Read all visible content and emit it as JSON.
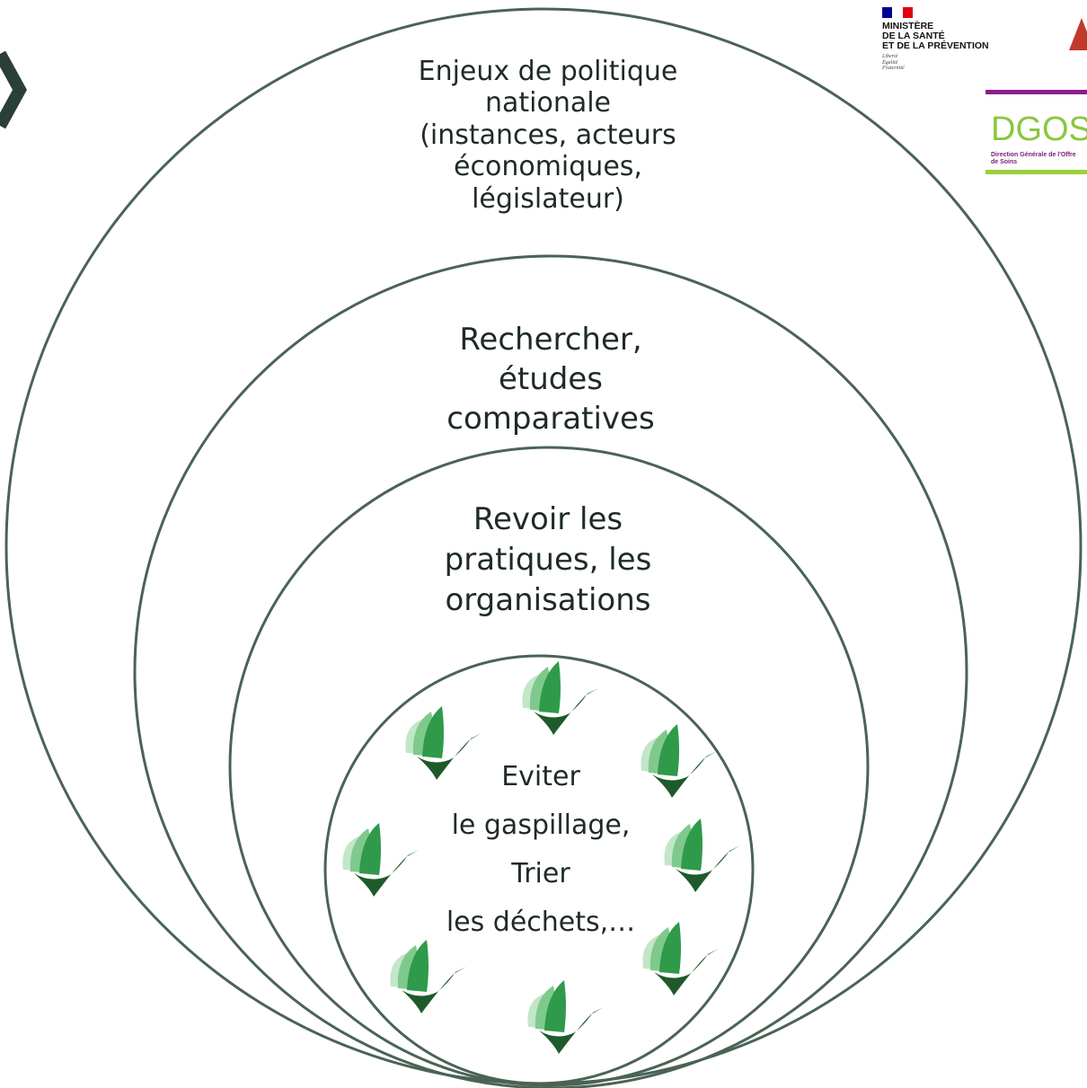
{
  "diagram": {
    "rings": [
      {
        "label": "Enjeux de politique\nnationale\n(instances, acteurs\néconomiques,\nlégislateur)"
      },
      {
        "label": "Rechercher,\nétudes\ncomparatives"
      },
      {
        "label": "Revoir les\npratiques, les\norganisations"
      },
      {
        "label": "Eviter\nle gaspillage,\nTrier\nles déchets,…"
      }
    ],
    "ring_color": "#4a6355",
    "bird_colors": [
      "#1e5a2a",
      "#2f9a4a",
      "#7fc98c",
      "#c2e6c8"
    ]
  },
  "logos": {
    "ministere": {
      "name": "MINISTÈRE\nDE LA SANTÉ\nET DE LA PRÉVENTION",
      "devise": "Liberté\nÉgalité\nFraternité",
      "flag_colors": [
        "#000091",
        "#ffffff",
        "#e1000f"
      ]
    },
    "dgos": {
      "name": "DGOS",
      "subtitle": "Direction Générale de l'Offre\nde Soins",
      "accent_top": "#8b1e8b",
      "accent_bottom": "#9bcf3a",
      "text_color": "#8cc63f"
    }
  }
}
